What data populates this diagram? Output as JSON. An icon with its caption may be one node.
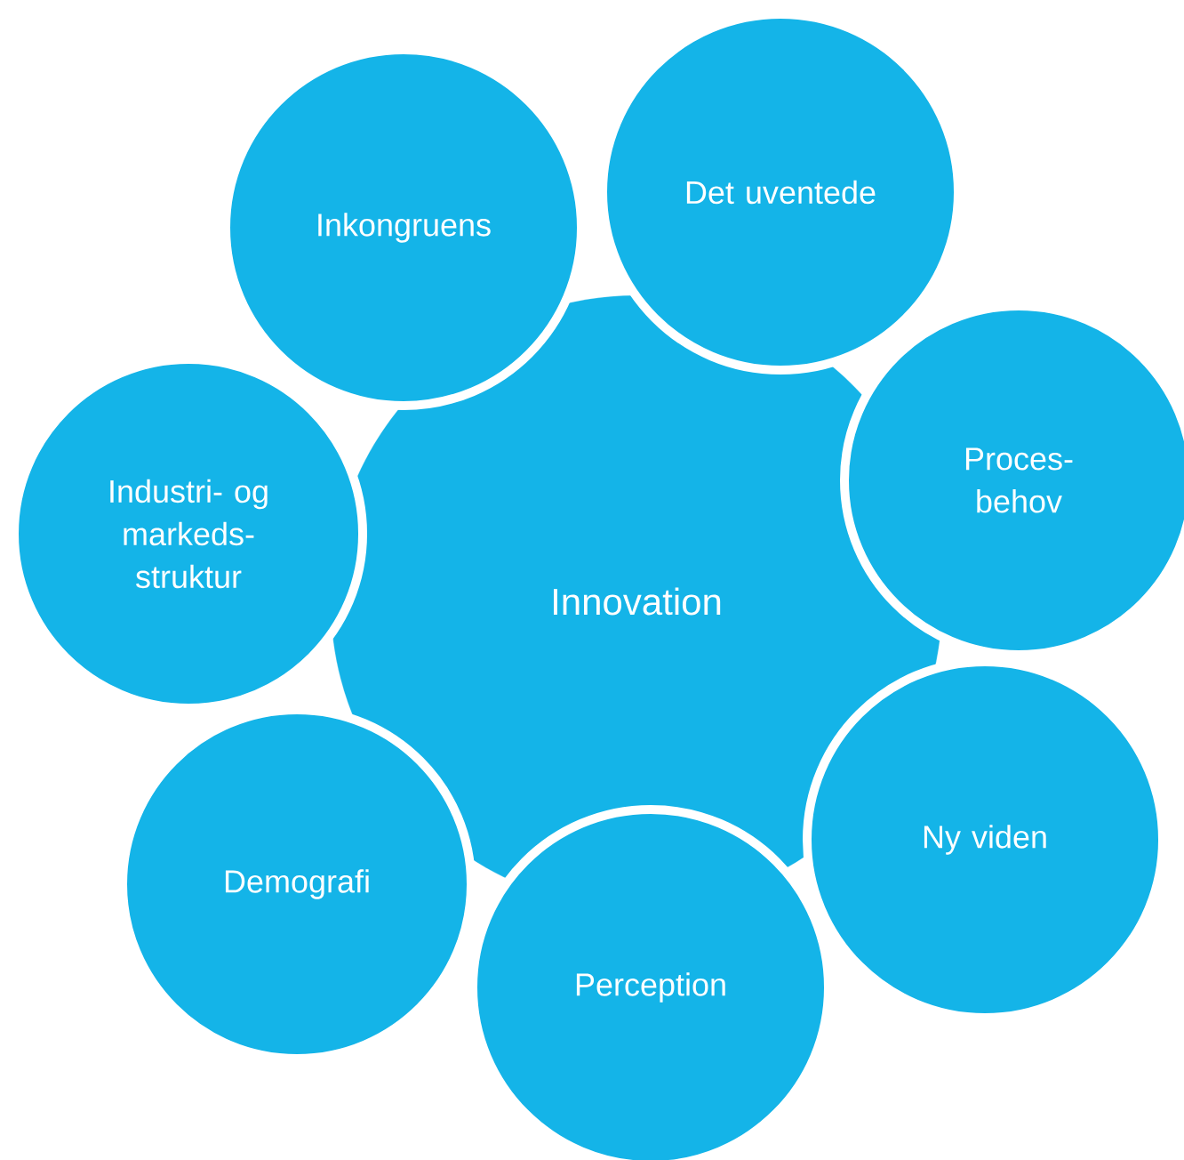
{
  "diagram": {
    "nodes": [
      {
        "text": [
          "Innovation"
        ]
      },
      {
        "text": [
          "Inkongruens"
        ]
      },
      {
        "text": [
          "Det uventede"
        ]
      },
      {
        "text": [
          "Proces-behov"
        ]
      },
      {
        "text": [
          "Ny viden"
        ]
      },
      {
        "text": [
          "Perception"
        ]
      },
      {
        "text": [
          "Demografi"
        ]
      },
      {
        "text": [
          "Industri- og markeds-struktur"
        ]
      }
    ]
  }
}
